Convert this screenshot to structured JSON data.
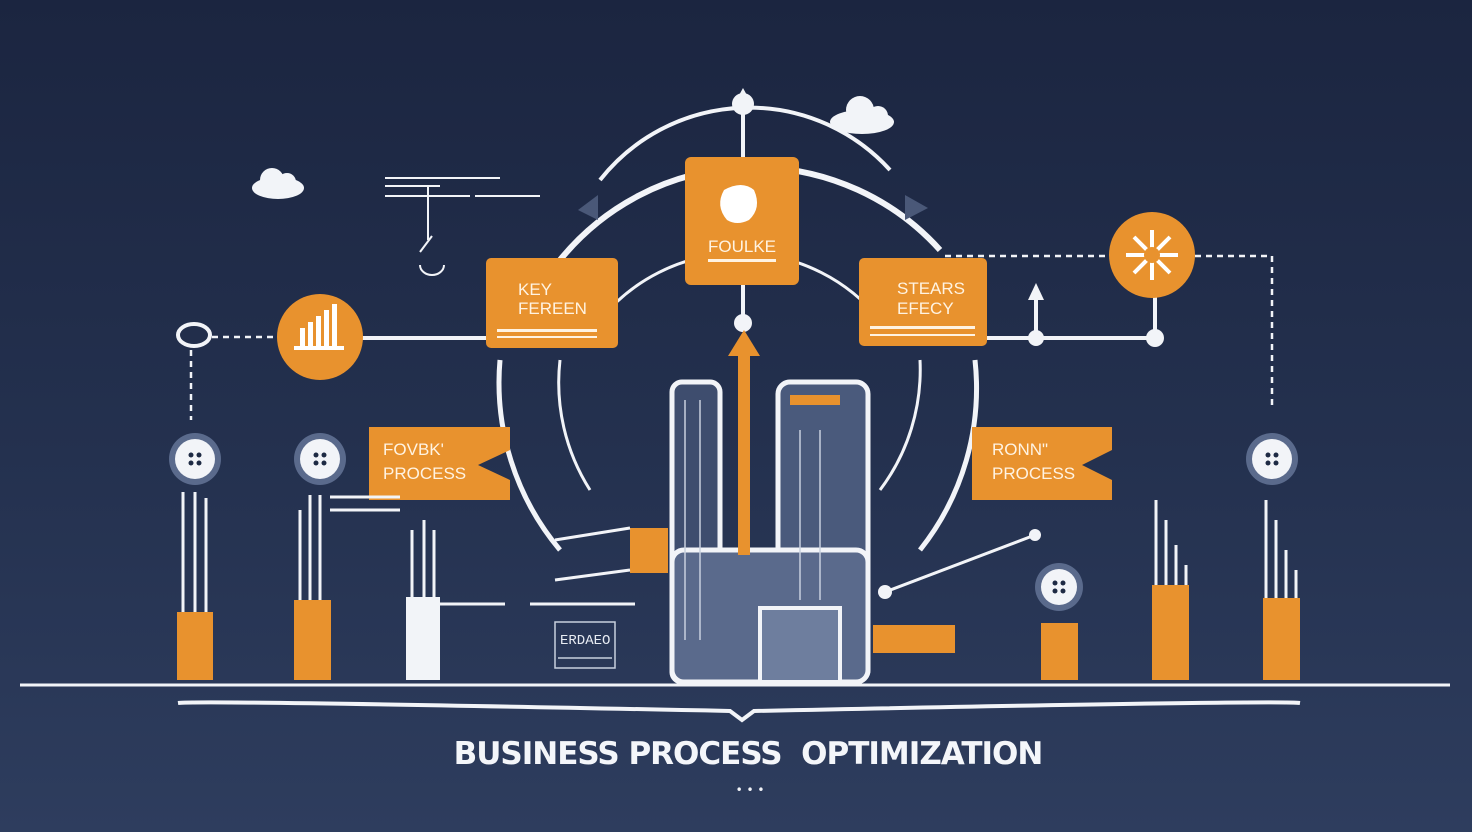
{
  "title": "BUSINESS PROCESS  OPTIMIZATION",
  "title_dots": "• • •",
  "cards": {
    "top": "FOULKE",
    "left_1": "KEY",
    "left_2": "FEREEN",
    "right_1": "STEARS",
    "right_2": "EFECY",
    "tag_left_1": "FOVBK'",
    "tag_left_2": "PROCESS",
    "tag_right_1": "RONN\"",
    "tag_right_2": "PROCESS"
  },
  "small_panel": "ERDAEO",
  "colors": {
    "orange": "#e8922e",
    "navy": "#1e2a44",
    "line": "#f2f4f8"
  }
}
